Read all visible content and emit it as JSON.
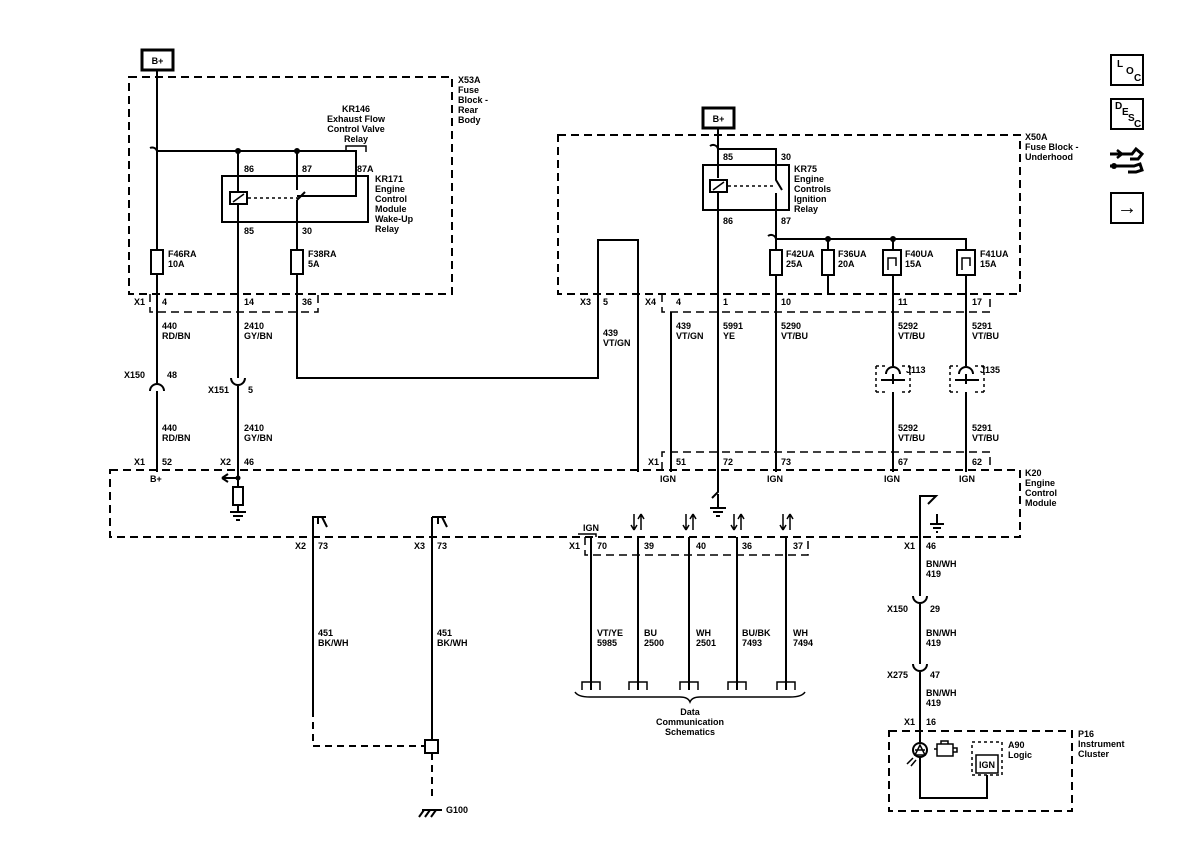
{
  "title_bplus": "B+",
  "modules": {
    "x53a": [
      "X53A",
      "Fuse",
      "Block -",
      "Rear",
      "Body"
    ],
    "x50a": [
      "X50A",
      "Fuse Block -",
      "Underhood"
    ],
    "k20": [
      "K20",
      "Engine",
      "Control",
      "Module"
    ],
    "p16": [
      "P16",
      "Instrument",
      "Cluster"
    ]
  },
  "relays": {
    "kr146": [
      "KR146",
      "Exhaust Flow",
      "Control Valve",
      "Relay"
    ],
    "kr171": [
      "KR171",
      "Engine",
      "Control",
      "Module",
      "Wake-Up",
      "Relay"
    ],
    "kr75": [
      "KR75",
      "Engine",
      "Controls",
      "Ignition",
      "Relay"
    ]
  },
  "relay_pins": {
    "kr171": {
      "p86": "86",
      "p87": "87",
      "p87a": "87A",
      "p85": "85",
      "p30": "30"
    },
    "kr75": {
      "p85": "85",
      "p30": "30",
      "p86": "86",
      "p87": "87"
    }
  },
  "fuses": {
    "f46ra": [
      "F46RA",
      "10A"
    ],
    "f38ra": [
      "F38RA",
      "5A"
    ],
    "f42ua": [
      "F42UA",
      "25A"
    ],
    "f36ua": [
      "F36UA",
      "20A"
    ],
    "f40ua": [
      "F40UA",
      "15A"
    ],
    "f41ua": [
      "F41UA",
      "15A"
    ]
  },
  "connectors": {
    "x1": "X1",
    "x2": "X2",
    "x3": "X3",
    "x4": "X4",
    "x150": "X150",
    "x151": "X151",
    "x275": "X275",
    "j113": "J113",
    "j135": "J135",
    "g100": "G100",
    "a90": "A90",
    "logic": "Logic"
  },
  "pins": {
    "x53a_4": "4",
    "x53a_14": "14",
    "x53a_36": "36",
    "x50a_x3_5": "5",
    "x50a_x4_4": "4",
    "x50a_1": "1",
    "x50a_10": "10",
    "x50a_11": "11",
    "x50a_17": "17",
    "x150_48": "48",
    "x151_5": "5",
    "k20_52": "52",
    "k20_46": "46",
    "k20_51": "51",
    "k20_72": "72",
    "k20_73": "73",
    "k20_67": "67",
    "k20_62": "62",
    "k20_x2_73": "73",
    "k20_x3_73": "73",
    "k20_70": "70",
    "k20_39": "39",
    "k20_40": "40",
    "k20_36": "36",
    "k20_37": "37",
    "k20_46b": "46",
    "x150_29": "29",
    "x275_47": "47",
    "p16_16": "16"
  },
  "wires": {
    "w440_a": [
      "440",
      "RD/BN"
    ],
    "w2410_a": [
      "2410",
      "GY/BN"
    ],
    "w440_b": [
      "440",
      "RD/BN"
    ],
    "w2410_b": [
      "2410",
      "GY/BN"
    ],
    "w439_a": [
      "439",
      "VT/GN"
    ],
    "w439_b": [
      "439",
      "VT/GN"
    ],
    "w5991": [
      "5991",
      "YE"
    ],
    "w5290": [
      "5290",
      "VT/BU"
    ],
    "w5292_a": [
      "5292",
      "VT/BU"
    ],
    "w5291_a": [
      "5291",
      "VT/BU"
    ],
    "w5292_b": [
      "5292",
      "VT/BU"
    ],
    "w5291_b": [
      "5291",
      "VT/BU"
    ],
    "w451_a": [
      "451",
      "BK/WH"
    ],
    "w451_b": [
      "451",
      "BK/WH"
    ],
    "w5985": [
      "VT/YE",
      "5985"
    ],
    "w2500": [
      "BU",
      "2500"
    ],
    "w2501": [
      "WH",
      "2501"
    ],
    "w7493": [
      "BU/BK",
      "7493"
    ],
    "w7494": [
      "WH",
      "7494"
    ],
    "w419_a": [
      "BN/WH",
      "419"
    ],
    "w419_b": [
      "BN/WH",
      "419"
    ],
    "w419_c": [
      "BN/WH",
      "419"
    ]
  },
  "k20_labels": {
    "bplus": "B+",
    "ign": "IGN"
  },
  "data_comm": [
    "Data",
    "Communication",
    "Schematics"
  ],
  "nav": {
    "loc": [
      "L",
      "O",
      "C"
    ],
    "desc": [
      "D",
      "E",
      "S",
      "C"
    ],
    "next": "→"
  }
}
